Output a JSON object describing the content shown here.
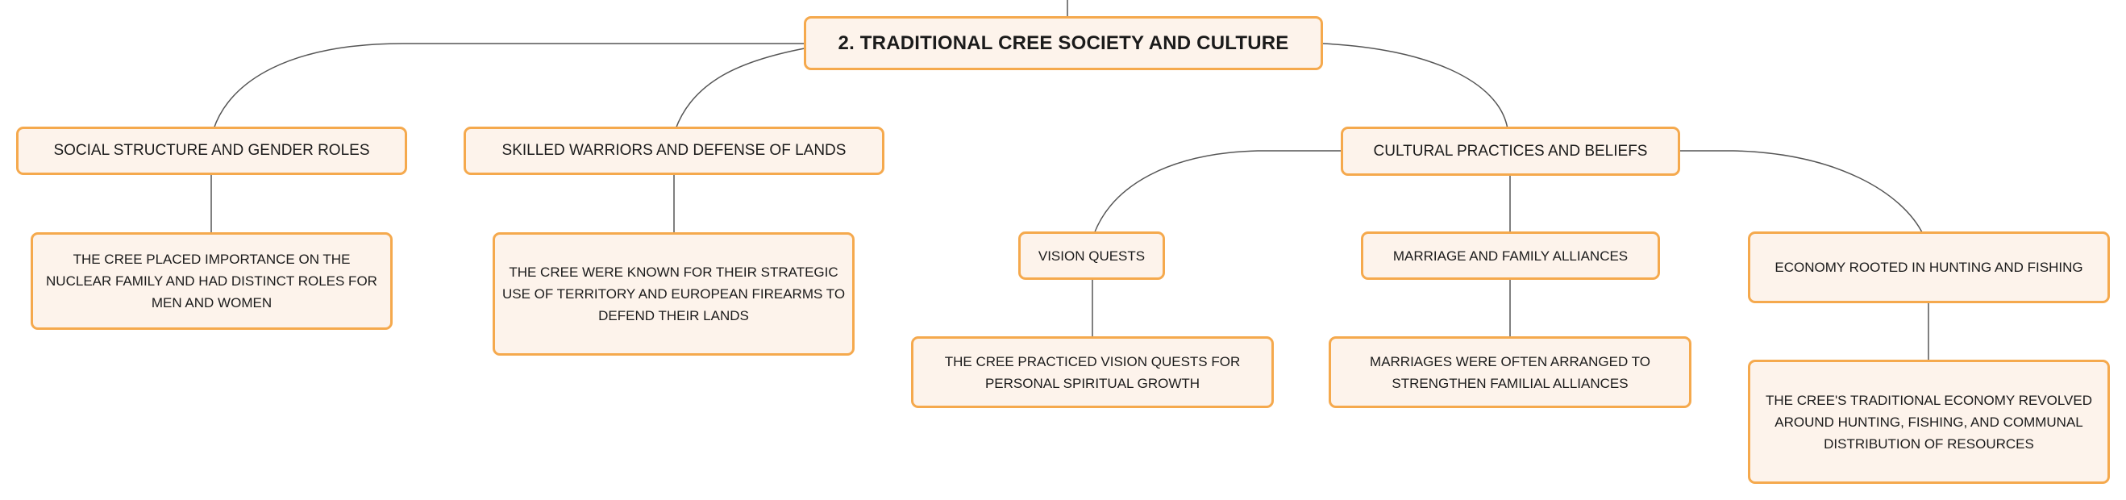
{
  "root": {
    "label": "2. TRADITIONAL CREE SOCIETY AND CULTURE"
  },
  "topics": {
    "social": {
      "label": "SOCIAL STRUCTURE AND GENDER ROLES",
      "detail": "THE CREE PLACED IMPORTANCE ON THE NUCLEAR FAMILY AND HAD DISTINCT ROLES FOR MEN AND WOMEN"
    },
    "warriors": {
      "label": "SKILLED WARRIORS AND DEFENSE OF LANDS",
      "detail": "THE CREE WERE KNOWN FOR THEIR STRATEGIC USE OF TERRITORY AND EUROPEAN FIREARMS TO DEFEND THEIR LANDS"
    },
    "cultural": {
      "label": "CULTURAL PRACTICES AND BELIEFS",
      "subtopics": {
        "vision": {
          "label": "VISION QUESTS",
          "detail": "THE CREE PRACTICED VISION QUESTS FOR PERSONAL SPIRITUAL GROWTH"
        },
        "marriage": {
          "label": "MARRIAGE AND FAMILY ALLIANCES",
          "detail": "MARRIAGES WERE OFTEN ARRANGED TO STRENGTHEN FAMILIAL ALLIANCES"
        },
        "economy": {
          "label": "ECONOMY ROOTED IN HUNTING AND FISHING",
          "detail": "THE CREE'S TRADITIONAL ECONOMY REVOLVED AROUND HUNTING, FISHING, AND COMMUNAL DISTRIBUTION OF RESOURCES"
        }
      }
    }
  },
  "colors": {
    "node_fill": "#fdf3eb",
    "node_border": "#f5a94d",
    "connector": "#555555"
  }
}
